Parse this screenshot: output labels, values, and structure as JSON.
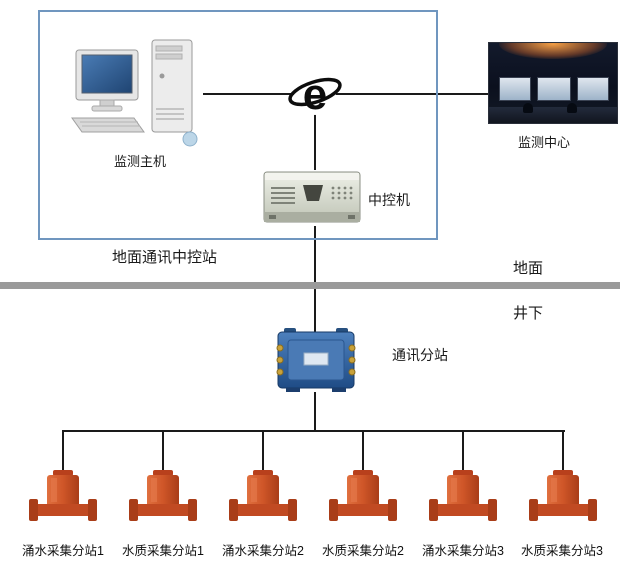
{
  "ground_station": {
    "label": "地面通讯中控站",
    "host_label": "监测主机"
  },
  "monitor_center": {
    "label": "监测中心"
  },
  "server": {
    "label": "中控机"
  },
  "surface": {
    "label": "地面"
  },
  "underground": {
    "label": "井下"
  },
  "substation": {
    "label": "通讯分站"
  },
  "devices": [
    {
      "label": "涌水采集分站1"
    },
    {
      "label": "水质采集分站1"
    },
    {
      "label": "涌水采集分站2"
    },
    {
      "label": "水质采集分站2"
    },
    {
      "label": "涌水采集分站3"
    },
    {
      "label": "水质采集分站3"
    }
  ],
  "colors": {
    "box_border_blue": "#7096bf",
    "line_black": "#1a1a1a",
    "divider_gray": "#9a9a9a",
    "device_orange": "#c14a22",
    "substation_blue": "#2e5f9e",
    "server_beige": "#d4d8ca"
  }
}
